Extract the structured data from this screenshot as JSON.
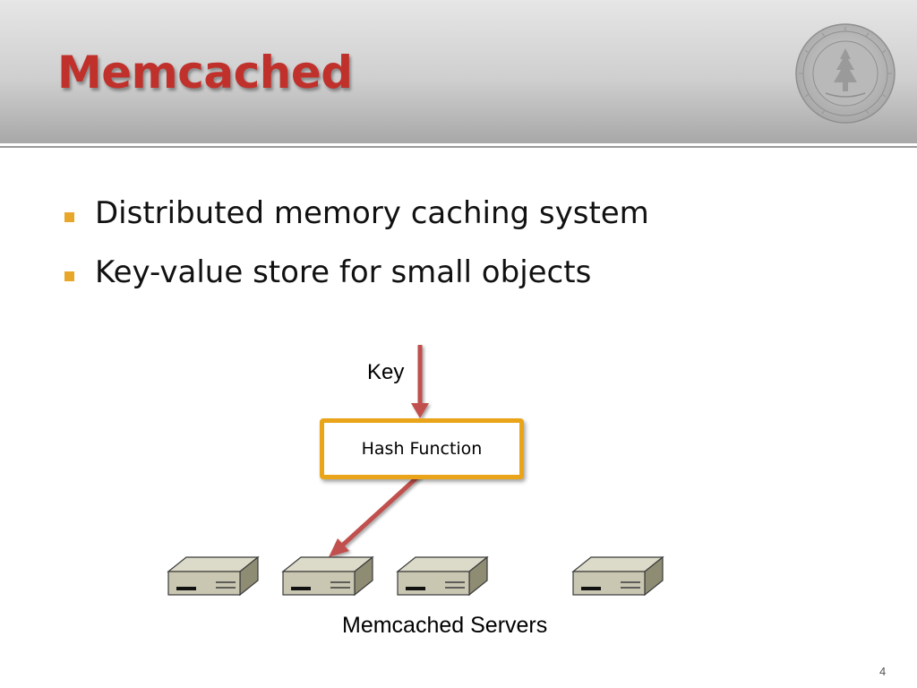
{
  "slide": {
    "title": "Memcached",
    "page_number": "4"
  },
  "bullets": [
    {
      "text": "Distributed memory caching system"
    },
    {
      "text": "Key-value store for small objects"
    }
  ],
  "diagram": {
    "key_label": "Key",
    "hash_function_label": "Hash Function",
    "servers_label": "Memcached Servers",
    "server_count": 4,
    "arrow_color": "#c0504d",
    "box_border_color": "#e9a419"
  },
  "colors": {
    "title": "#c0312c",
    "bullet_marker": "#e8a72a",
    "server_face": "#c9c7b2",
    "server_top": "#dcdac8"
  },
  "icons": {
    "seal": "university-seal-icon",
    "server": "server-icon"
  }
}
